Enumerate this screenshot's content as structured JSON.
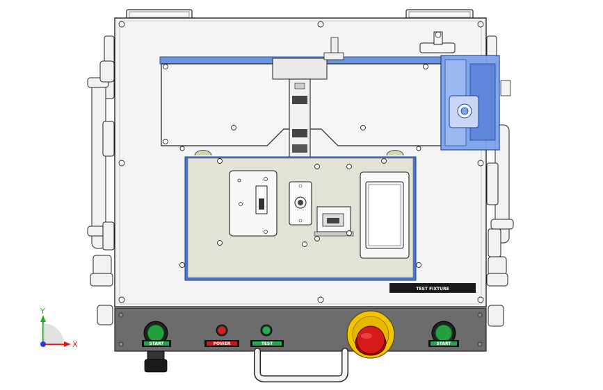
{
  "panel": {
    "buttons": [
      {
        "id": "start-left",
        "plate_label": "START",
        "cap_color": "#22a040"
      },
      {
        "id": "power-lamp",
        "plate_label": "POWER",
        "cap_color": "#d42020"
      },
      {
        "id": "test-lamp",
        "plate_label": "TEST",
        "cap_color": "#24b050"
      },
      {
        "id": "start-right",
        "plate_label": "START",
        "cap_color": "#22a040"
      }
    ],
    "estop_color": "#d61a1a",
    "estop_ring_color": "#f2c400"
  },
  "nameplate": {
    "text": "TEST FIXTURE"
  },
  "axes": {
    "x_label": "X",
    "y_label": "Y",
    "x_color": "#e01818",
    "y_color": "#20b020",
    "z_color": "#2040e0"
  },
  "colors": {
    "body": "#f4f4f4",
    "plate": "#e3e2d6",
    "blue_frame": "#4a78c8",
    "blue_part": "#3d6fe0",
    "panel": "#6c6c6c",
    "outline": "#222222"
  }
}
